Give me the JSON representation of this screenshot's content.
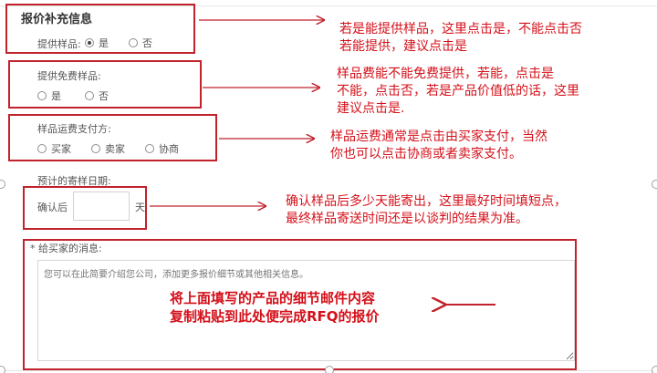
{
  "section": {
    "title": "报价补充信息"
  },
  "provide_sample": {
    "label": "提供样品:",
    "options": [
      "是",
      "否"
    ],
    "selected": "是"
  },
  "free_sample": {
    "label": "提供免费样品:",
    "options": [
      "是",
      "否"
    ]
  },
  "shipping_payer": {
    "label": "样品运费支付方:",
    "options": [
      "买家",
      "卖家",
      "协商"
    ]
  },
  "dispatch_date": {
    "label": "预计的寄样日期:",
    "prefix": "确认后",
    "suffix": "天",
    "value": ""
  },
  "message": {
    "label": "* 给买家的消息:",
    "placeholder": "您可以在此简要介绍您公司，添加更多报价细节或其他相关信息。"
  },
  "annotations": {
    "a1": "若是能提供样品，这里点击是，不能点击否\n若能提供，建议点击是",
    "a2": "样品费能不能免费提供，若能，点击是\n不能，点击否，若是产品价值低的话，这里\n建议点击是.",
    "a3": "样品运费通常是点击由买家支付，当然\n你也可以点击协商或者卖家支付。",
    "a4": "确认样品后多少天能寄出，这里最好时间填短点，\n最终样品寄送时间还是以谈判的结果为准。",
    "a5": "将上面填写的产品的细节邮件内容\n复制粘贴到此处便完成RFQ的报价"
  },
  "colors": {
    "annotation": "#d4101a",
    "box": "#c1222b"
  }
}
